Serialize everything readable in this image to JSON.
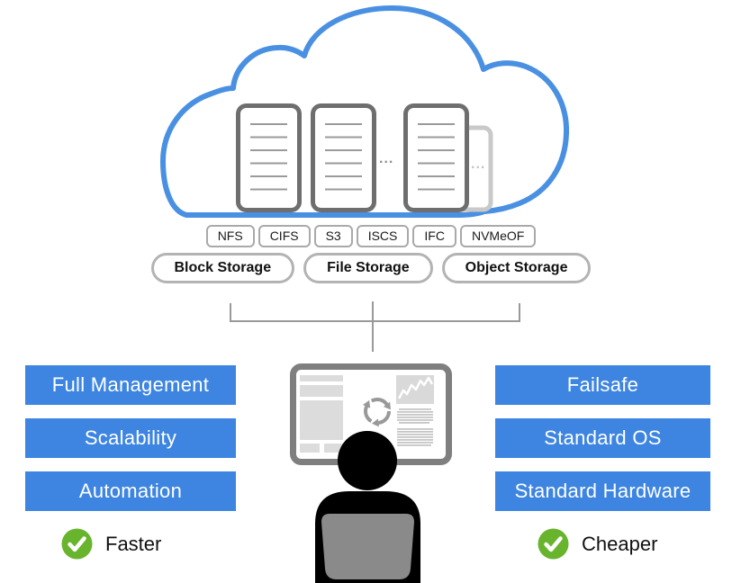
{
  "cloud": {
    "ellipsis_inner": "...",
    "ellipsis_outer": "..."
  },
  "protocols": [
    "NFS",
    "CIFS",
    "S3",
    "ISCS",
    "IFC",
    "NVMeOF"
  ],
  "storage_types": [
    "Block Storage",
    "File Storage",
    "Object Storage"
  ],
  "left_features": [
    "Full Management",
    "Scalability",
    "Automation"
  ],
  "right_features": [
    "Failsafe",
    "Standard OS",
    "Standard Hardware"
  ],
  "badges": {
    "left": {
      "label": "Faster"
    },
    "right": {
      "label": "Cheaper"
    }
  },
  "colors": {
    "accent_blue": "#3d85e1",
    "cloud_blue": "#4a90e2",
    "badge_green": "#68b42d",
    "server_gray": "#6e6e6e",
    "ghost_gray": "#c9c9c9",
    "monitor_gray": "#7f7f7f",
    "laptop_gray": "#8a8a8a"
  }
}
